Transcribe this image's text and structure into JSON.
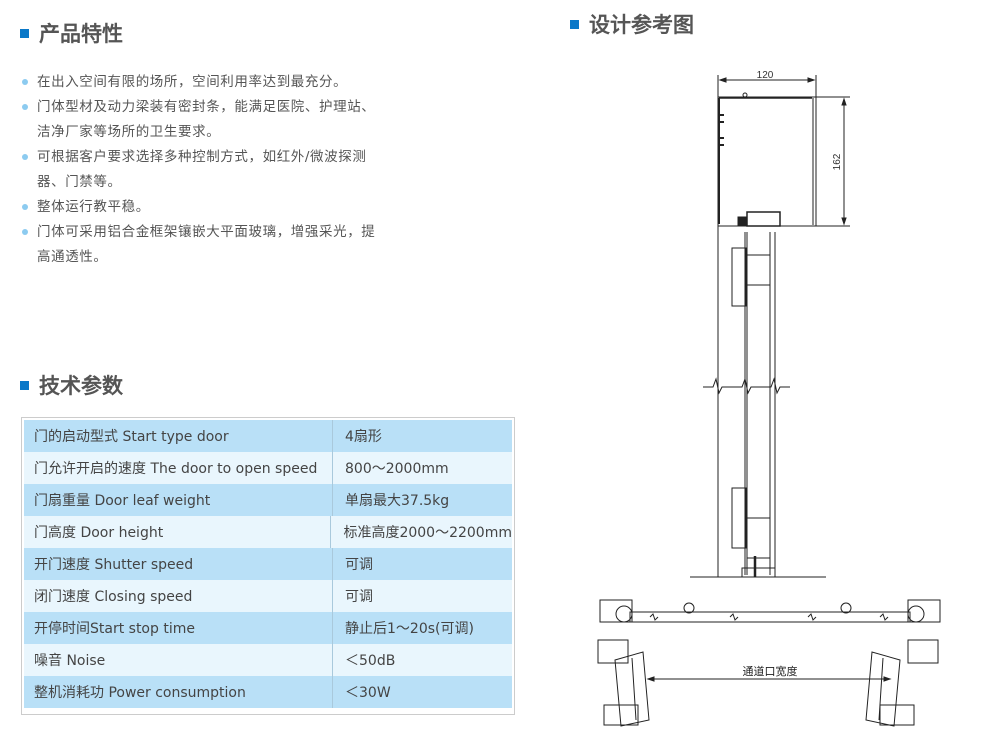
{
  "features": {
    "title": "产品特性",
    "items": [
      "在出入空间有限的场所，空间利用率达到最充分。",
      "门体型材及动力梁装有密封条，能满足医院、护理站、洁净厂家等场所的卫生要求。",
      "可根据客户要求选择多种控制方式，如红外/微波探测器、门禁等。",
      "整体运行教平稳。",
      "门体可采用铝合金框架镶嵌大平面玻璃，增强采光，提高通透性。"
    ]
  },
  "specs": {
    "title": "技术参数",
    "rows": [
      {
        "label": "门的启动型式 Start type door",
        "value": "4扇形"
      },
      {
        "label": "门允许开启的速度 The door to open speed",
        "value": "800～2000mm"
      },
      {
        "label": "门扇重量 Door leaf weight",
        "value": "单扇最大37.5kg"
      },
      {
        "label": "门高度 Door height",
        "value": "标准高度2000～2200mm"
      },
      {
        "label": "开门速度 Shutter speed",
        "value": "可调"
      },
      {
        "label": "闭门速度 Closing speed",
        "value": "可调"
      },
      {
        "label": "开停时间Start stop time",
        "value": "静止后1～20s(可调)"
      },
      {
        "label": "噪音 Noise",
        "value": "＜50dB"
      },
      {
        "label": "整机消耗功 Power consumption",
        "value": "＜30W"
      }
    ]
  },
  "drawing": {
    "title": "设计参考图",
    "dim_width": "120",
    "dim_height": "162",
    "opening_label": "通道口宽度"
  }
}
